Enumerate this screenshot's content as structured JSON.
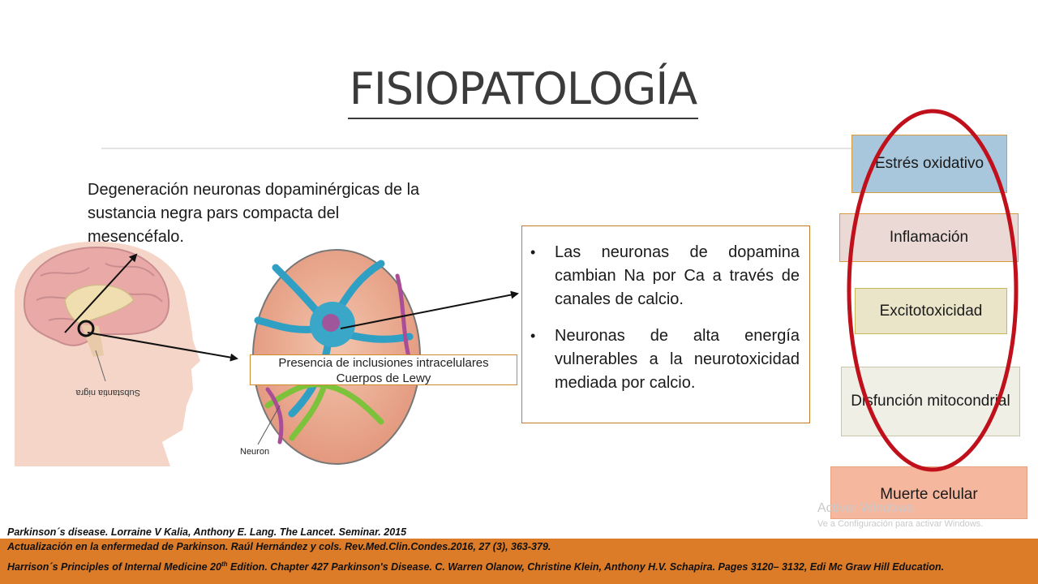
{
  "slide": {
    "title": "FISIOPATOLOGÍA",
    "description": "Degeneración neuronas dopaminérgicas de la sustancia negra pars compacta del mesencéfalo.",
    "figure_labels": {
      "substantia": "Substantia nigra",
      "neuron": "Neuron"
    },
    "lewy_box": {
      "line1": "Presencia de inclusiones intracelulares",
      "line2": "Cuerpos de Lewy"
    },
    "info_bullets": [
      "Las neuronas de dopamina cambian Na por Ca a través de canales de calcio.",
      "Neuronas de alta energía vulnerables a la neurotoxicidad mediada por calcio."
    ],
    "mechanisms": [
      "Estrés oxidativo",
      "Inflamación",
      "Excitotoxicidad",
      "Disfunción mitocondrial",
      "Muerte celular"
    ],
    "references": {
      "ref0": "Parkinson´s disease. Lorraine V Kalia, Anthony E. Lang. The Lancet. Seminar. 2015",
      "ref1": "Actualización en la enfermedad de Parkinson. Raúl Hernández y cols. Rev.Med.Clin.Condes.2016, 27 (3), 363-379.",
      "ref2_pre": "Harrison´s Principles of Internal Medicine 20",
      "ref2_sup": "th",
      "ref2_post": " Edition. Chapter 427 Parkinson's Disease. C. Warren Olanow, Christine Klein, Anthony H.V. Schapira. Pages 3120– 3132, Edi Mc Graw Hill Education."
    }
  },
  "watermark": {
    "line1": "Activar Windows",
    "line2": "Ve a Configuración para activar Windows."
  },
  "colors": {
    "oval": "#c0101c",
    "ref_bar": "#dc7b28",
    "box_blue": "#a9c7dc",
    "box_pink": "#ead9d4",
    "box_salmon": "#f6b79f"
  }
}
